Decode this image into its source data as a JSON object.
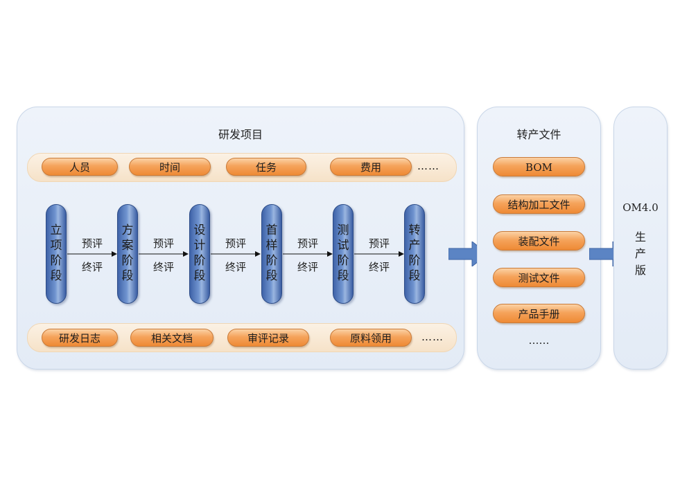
{
  "project": {
    "title": "研发项目",
    "top_items": [
      "人员",
      "时间",
      "任务",
      "费用"
    ],
    "top_more": "……",
    "bottom_items": [
      "研发日志",
      "相关文档",
      "审评记录",
      "原料领用"
    ],
    "bottom_more": "……",
    "stages": [
      "立项阶段",
      "方案阶段",
      "设计阶段",
      "首样阶段",
      "测试阶段",
      "转产阶段"
    ],
    "transition_upper": "预评",
    "transition_lower": "终评"
  },
  "transfer": {
    "title": "转产文件",
    "items": [
      "BOM",
      "结构加工文件",
      "装配文件",
      "测试文件",
      "产品手册"
    ],
    "more": "……"
  },
  "production": {
    "label": "OM4.0",
    "vertical_text": "生产版"
  },
  "colors": {
    "panel_bg": "#e6edf7",
    "pill_orange": "#f5a35b",
    "stage_blue": "#4f73b8",
    "arrow_blue": "#5b84c4"
  }
}
